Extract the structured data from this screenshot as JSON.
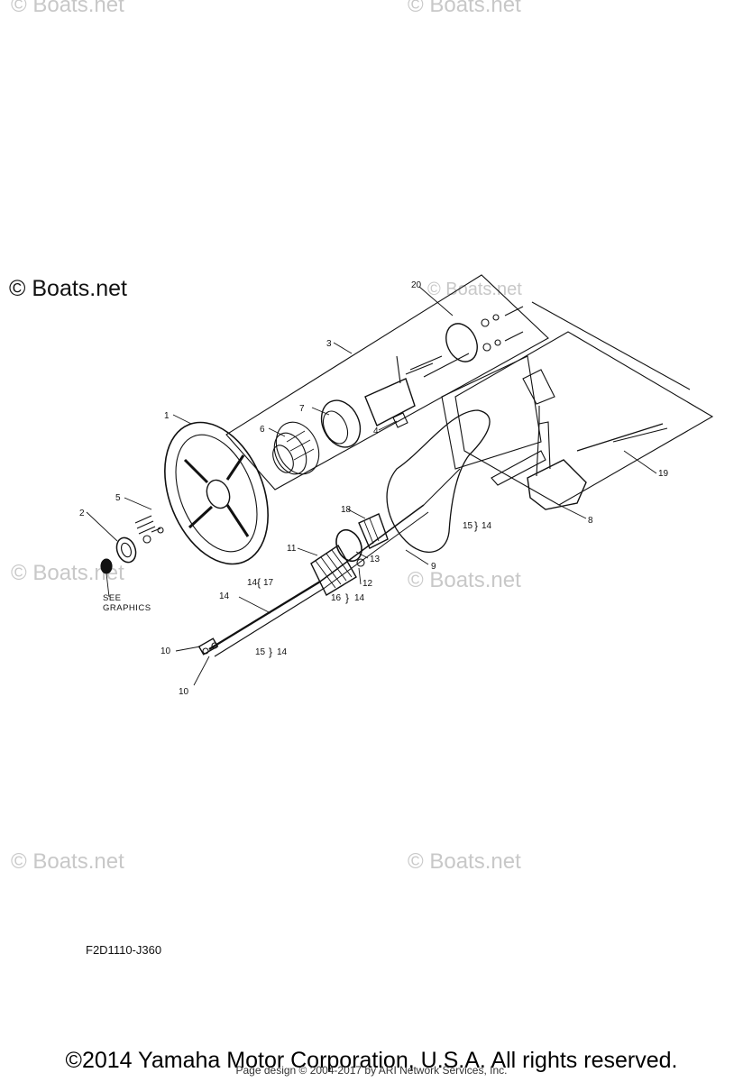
{
  "watermark": {
    "text": "© Boats.net",
    "main_text": "© Boats.net"
  },
  "callouts": {
    "c1": "1",
    "c2": "2",
    "c3": "3",
    "c4": "4",
    "c5": "5",
    "c6": "6",
    "c7": "7",
    "c8": "8",
    "c9": "9",
    "c10a": "10",
    "c10b": "10",
    "c11": "11",
    "c12": "12",
    "c13": "13",
    "c14a": "14",
    "c14b": "14",
    "c14c": "14",
    "c14d": "14",
    "c14e": "14",
    "c15a": "15",
    "c15b": "15",
    "c16": "16",
    "c17": "17",
    "c18": "18",
    "c19": "19",
    "c20": "20"
  },
  "note": {
    "line1": "SEE",
    "line2": "GRAPHICS"
  },
  "diagram_code": "F2D1110-J360",
  "copyright": "©2014 Yamaha Motor Corporation, U.S.A. All rights reserved.",
  "page_design": "Page design © 2004-2017 by ARI Network Services, Inc."
}
